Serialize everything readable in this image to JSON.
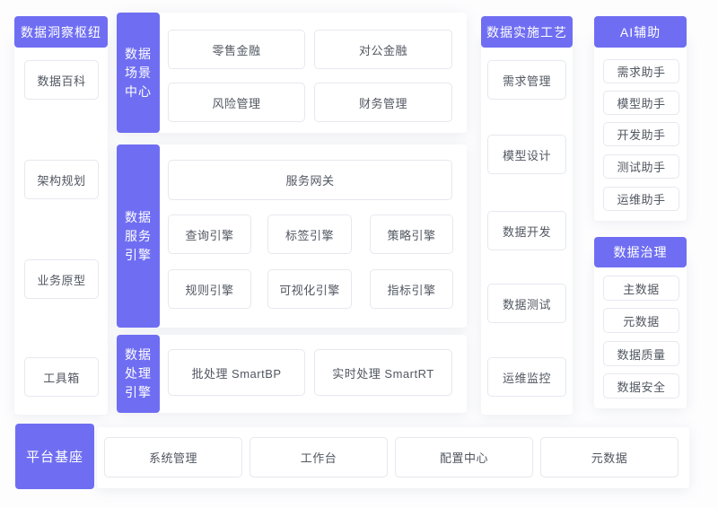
{
  "palette": {
    "accent_purple": "#6f6ef2",
    "node_border": "#e7e8ee",
    "node_text": "#515761",
    "card_background": "#ffffff",
    "page_background": "#fdfdfe"
  },
  "insight_hub": {
    "title": "数据洞察枢纽",
    "items": [
      "数据百科",
      "架构规划",
      "业务原型",
      "工具箱"
    ]
  },
  "scene_center": {
    "title": "数据场景中心",
    "items": [
      "零售金融",
      "对公金融",
      "风险管理",
      "财务管理"
    ]
  },
  "service_engine": {
    "title": "数据服务引擎",
    "gateway": "服务网关",
    "items": [
      "查询引擎",
      "标签引擎",
      "策略引擎",
      "规则引擎",
      "可视化引擎",
      "指标引擎"
    ]
  },
  "processing_engine": {
    "title": "数据处理引擎",
    "items": [
      "批处理 SmartBP",
      "实时处理 SmartRT"
    ]
  },
  "implementation": {
    "title": "数据实施工艺",
    "items": [
      "需求管理",
      "模型设计",
      "数据开发",
      "数据测试",
      "运维监控"
    ]
  },
  "ai_assist": {
    "title": "AI辅助",
    "items": [
      "需求助手",
      "模型助手",
      "开发助手",
      "测试助手",
      "运维助手"
    ]
  },
  "governance": {
    "title": "数据治理",
    "items": [
      "主数据",
      "元数据",
      "数据质量",
      "数据安全"
    ]
  },
  "platform_base": {
    "title": "平台基座",
    "items": [
      "系统管理",
      "工作台",
      "配置中心",
      "元数据"
    ]
  }
}
